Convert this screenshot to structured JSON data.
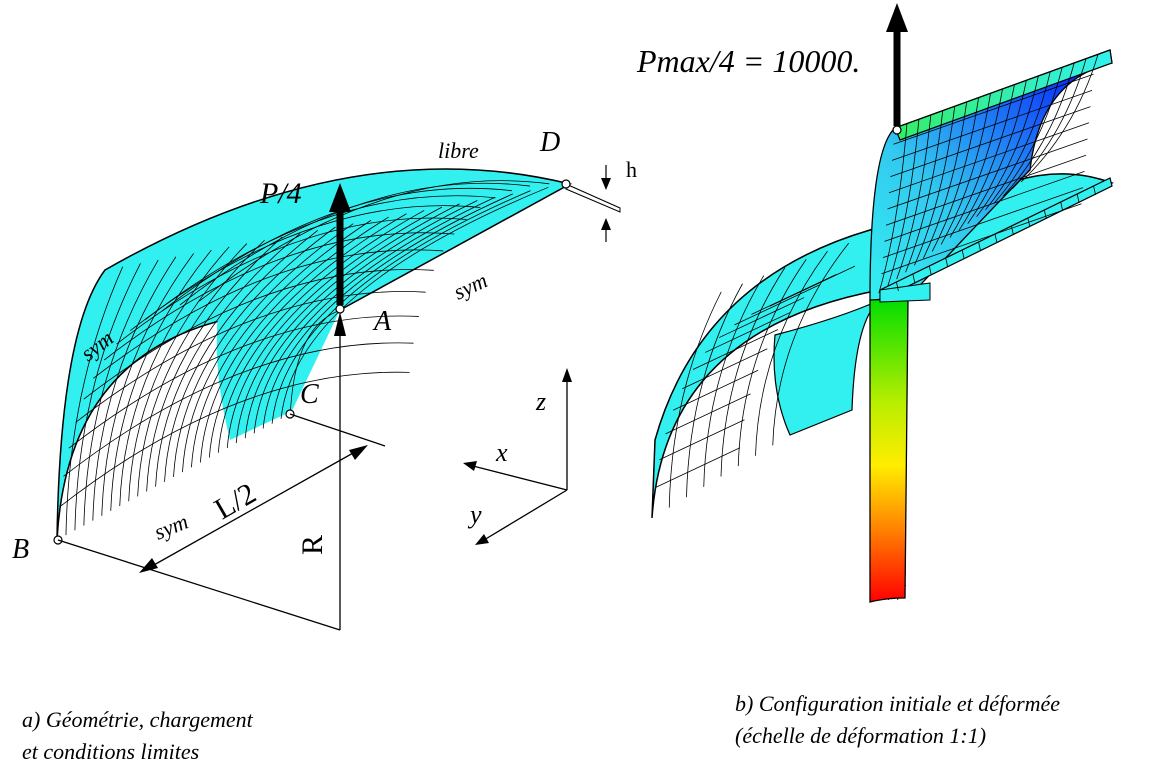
{
  "figure_a": {
    "labels": {
      "load": "P/4",
      "free_edge": "libre",
      "point_a": "A",
      "point_b": "B",
      "point_c": "C",
      "point_d": "D",
      "thickness": "h",
      "sym_left": "sym",
      "sym_right": "sym",
      "sym_bottom": "sym",
      "half_length": "L/2",
      "radius": "R"
    },
    "caption_line1": "a) Géométrie, chargement",
    "caption_line2": "et conditions limites"
  },
  "axes": {
    "z": "z",
    "x": "x",
    "y": "y"
  },
  "figure_b": {
    "load_label": "Pmax/4 = 10000.",
    "caption_line1": "b) Configuration initiale et déformée",
    "caption_line2": "(échelle de déformation 1:1)",
    "colormap": [
      "#ff0000",
      "#ff8800",
      "#ffff00",
      "#00dd00",
      "#00ffff",
      "#0000ff"
    ]
  },
  "colors": {
    "mesh_fill": "#33f0f0",
    "mesh_line": "#000000"
  }
}
